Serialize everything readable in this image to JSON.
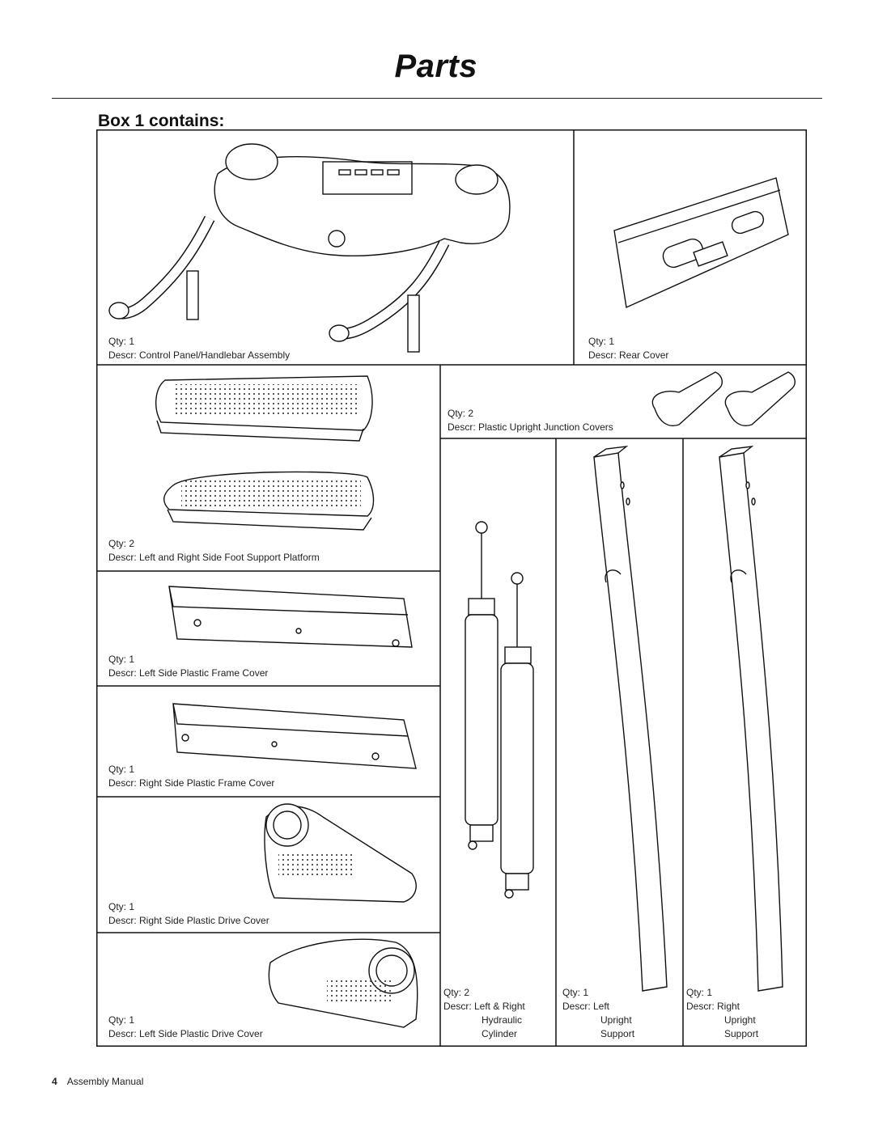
{
  "page": {
    "title": "Parts",
    "subtitle": "Box 1 contains:",
    "footer_page": "4",
    "footer_label": "Assembly Manual"
  },
  "parts": [
    {
      "qty": "Qty: 1",
      "descr": "Descr: Control Panel/Handlebar Assembly"
    },
    {
      "qty": "Qty: 1",
      "descr": "Descr: Rear Cover"
    },
    {
      "qty": "Qty: 2",
      "descr": "Descr: Plastic Upright Junction Covers"
    },
    {
      "qty": "Qty: 2",
      "descr": "Descr: Left and Right Side Foot Support Platform"
    },
    {
      "qty": "Qty: 1",
      "descr": "Descr: Left Side Plastic Frame Cover"
    },
    {
      "qty": "Qty: 1",
      "descr": "Descr: Right Side Plastic Frame Cover"
    },
    {
      "qty": "Qty: 1",
      "descr": "Descr: Right Side Plastic Drive Cover"
    },
    {
      "qty": "Qty: 1",
      "descr": "Descr: Left Side Plastic Drive Cover"
    },
    {
      "qty": "Qty: 2",
      "descr_lines": [
        "Descr: Left & Right",
        "Hydraulic",
        "Cylinder"
      ]
    },
    {
      "qty": "Qty: 1",
      "descr_lines": [
        "Descr: Left",
        "Upright",
        "Support"
      ]
    },
    {
      "qty": "Qty: 1",
      "descr_lines": [
        "Descr: Right",
        "Upright",
        "Support"
      ]
    }
  ]
}
